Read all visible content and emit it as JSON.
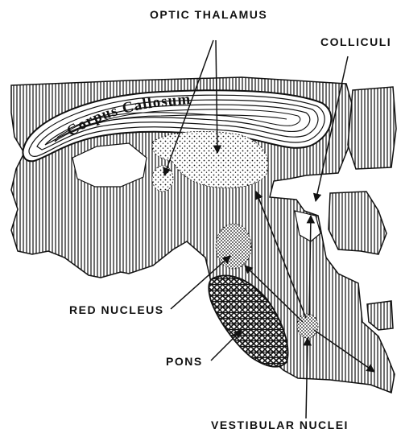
{
  "labels": {
    "optic_thalamus": "Optic Thalamus",
    "colliculi": "Colliculi",
    "corpus_callosum": "Corpus Callosum",
    "red_nucleus": "Red Nucleus",
    "pons": "Pons",
    "vestibular_nuclei": "Vestibular Nuclei"
  },
  "colors": {
    "ink": "#111111",
    "paper": "#ffffff"
  }
}
